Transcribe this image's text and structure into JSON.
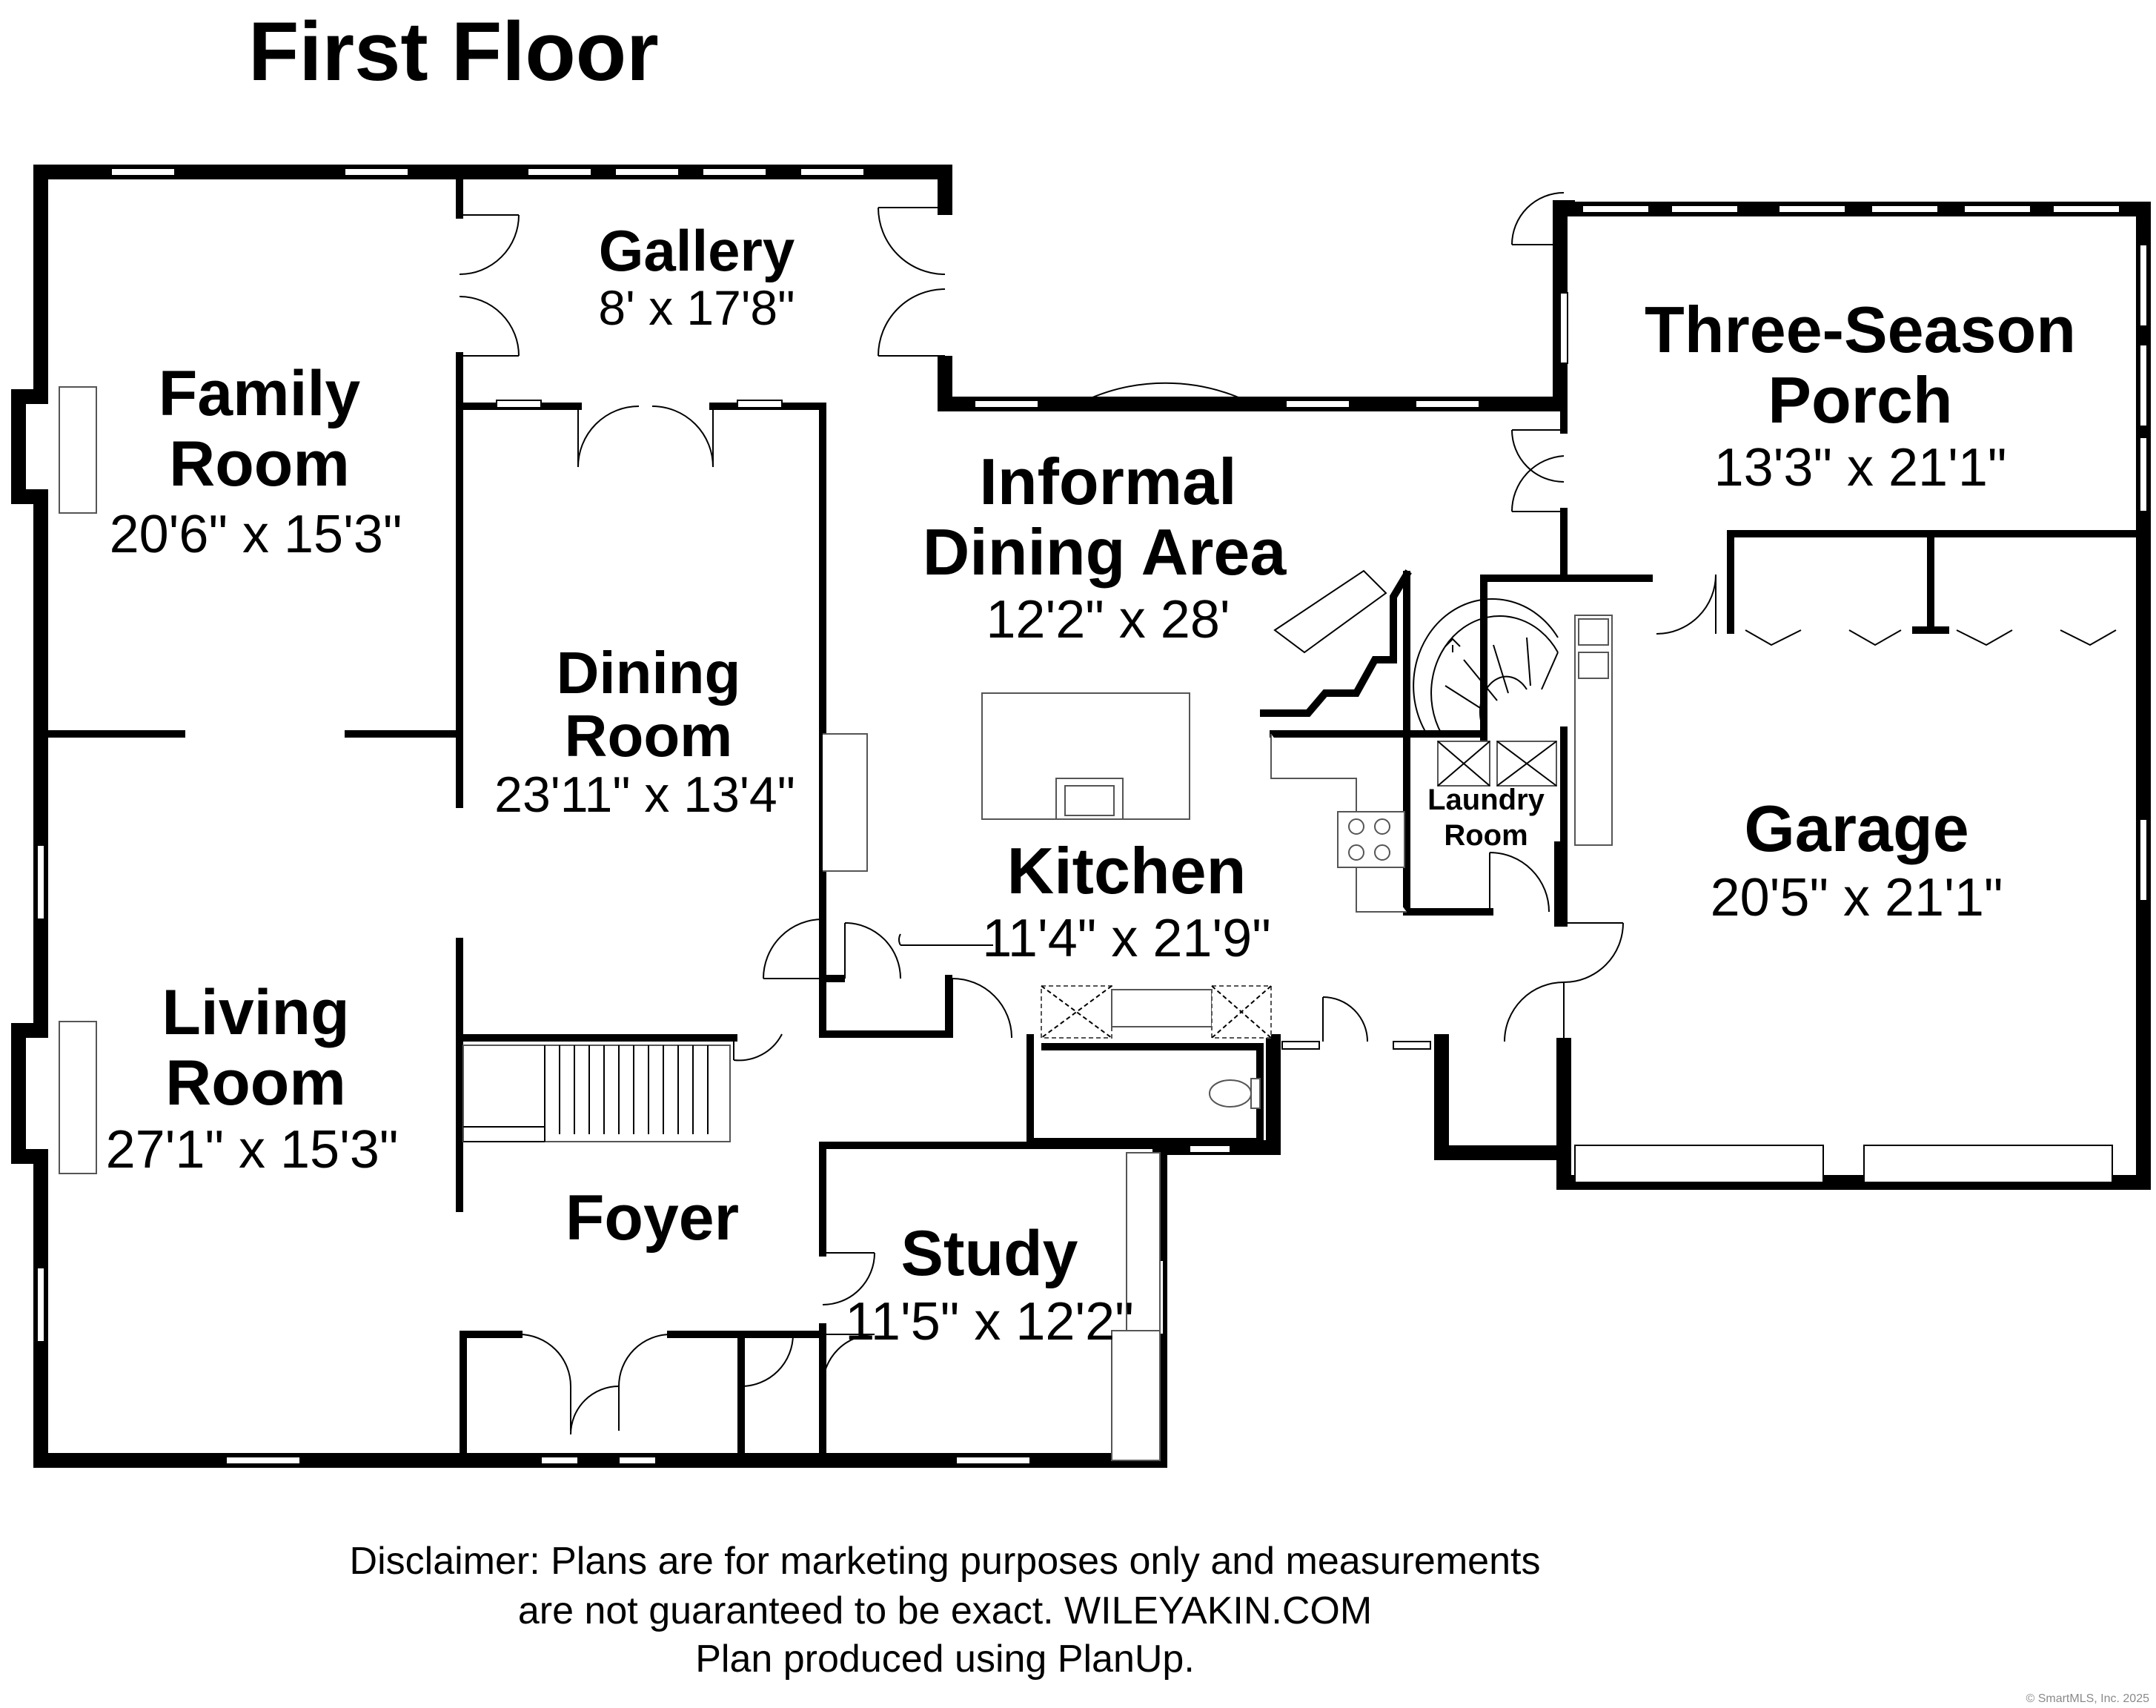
{
  "title": "First Floor",
  "rooms": {
    "family_room": {
      "name1": "Family",
      "name2": "Room",
      "dims": "20'6\" x 15'3\""
    },
    "gallery": {
      "name": "Gallery",
      "dims": "8' x 17'8\""
    },
    "informal_dining": {
      "name1": "Informal",
      "name2": "Dining Area",
      "dims": "12'2\" x 28'"
    },
    "three_season_porch": {
      "name1": "Three-Season",
      "name2": "Porch",
      "dims": "13'3\" x 21'1\""
    },
    "dining_room": {
      "name1": "Dining",
      "name2": "Room",
      "dims": "23'11\" x 13'4\""
    },
    "kitchen": {
      "name": "Kitchen",
      "dims": "11'4\" x 21'9\""
    },
    "laundry_room": {
      "name1": "Laundry",
      "name2": "Room"
    },
    "garage": {
      "name": "Garage",
      "dims": "20'5\" x 21'1\""
    },
    "living_room": {
      "name1": "Living",
      "name2": "Room",
      "dims": "27'1\" x 15'3\""
    },
    "foyer": {
      "name": "Foyer"
    },
    "study": {
      "name": "Study",
      "dims": "11'5\" x 12'2\""
    }
  },
  "disclaimer": {
    "line1": "Disclaimer: Plans are for marketing purposes only and measurements",
    "line2": "are not guaranteed to be exact. WILEYAKIN.COM",
    "line3": "Plan produced using PlanUp."
  },
  "watermark": "© SmartMLS, Inc. 2025"
}
